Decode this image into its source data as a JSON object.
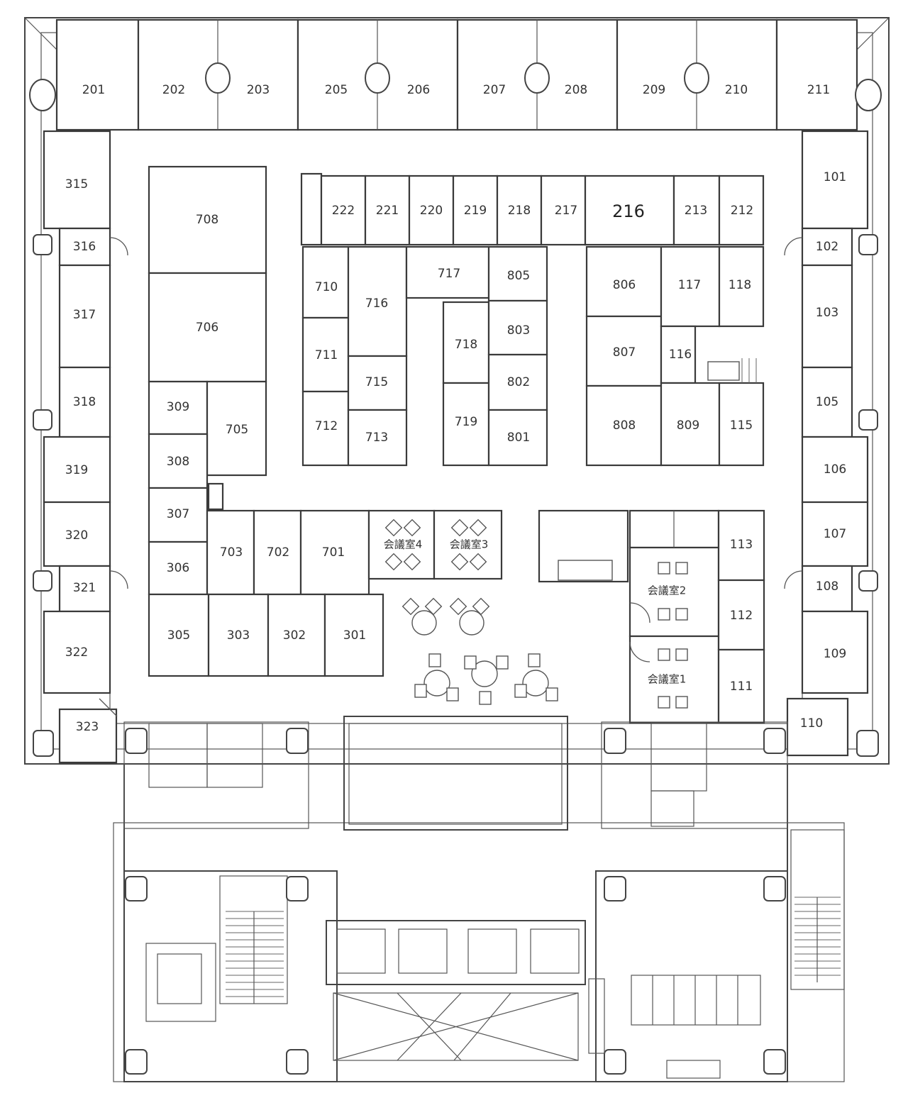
{
  "rooms": {
    "r201": "201",
    "r202": "202",
    "r203": "203",
    "r205": "205",
    "r206": "206",
    "r207": "207",
    "r208": "208",
    "r209": "209",
    "r210": "210",
    "r211": "211",
    "r101": "101",
    "r102": "102",
    "r103": "103",
    "r105": "105",
    "r106": "106",
    "r107": "107",
    "r108": "108",
    "r109": "109",
    "r110": "110",
    "r315": "315",
    "r316": "316",
    "r317": "317",
    "r318": "318",
    "r319": "319",
    "r320": "320",
    "r321": "321",
    "r322": "322",
    "r323": "323",
    "r708": "708",
    "r706": "706",
    "r309": "309",
    "r308": "308",
    "r307": "307",
    "r306": "306",
    "r705": "705",
    "r703": "703",
    "r702": "702",
    "r701": "701",
    "r305": "305",
    "r303": "303",
    "r302": "302",
    "r301": "301",
    "r222": "222",
    "r221": "221",
    "r220": "220",
    "r219": "219",
    "r218": "218",
    "r217": "217",
    "r216": "216",
    "r213": "213",
    "r212": "212",
    "r710": "710",
    "r716": "716",
    "r717": "717",
    "r805": "805",
    "r806": "806",
    "r117": "117",
    "r118": "118",
    "r711": "711",
    "r718": "718",
    "r803": "803",
    "r807": "807",
    "r116": "116",
    "r715": "715",
    "r802": "802",
    "r712": "712",
    "r713": "713",
    "r719": "719",
    "r801": "801",
    "r808": "808",
    "r809": "809",
    "r115": "115",
    "r113": "113",
    "r112": "112",
    "r111": "111",
    "m4": "会議室4",
    "m3": "会議室3",
    "m2": "会議室2",
    "m1": "会議室1"
  }
}
